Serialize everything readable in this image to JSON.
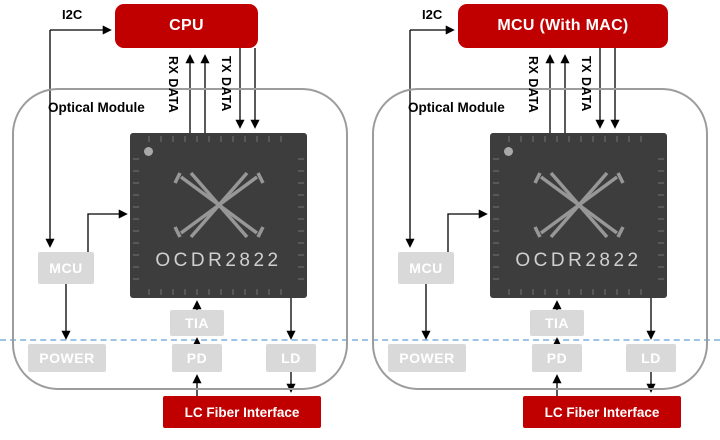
{
  "diagrams": [
    {
      "host_label": "CPU",
      "i2c_label": "I2C",
      "module_label": "Optical Module",
      "rx_label": "RX DATA",
      "tx_label": "TX DATA",
      "chip_label": "OCDR2822",
      "mcu_label": "MCU",
      "power_label": "POWER",
      "tia_label": "TIA",
      "pd_label": "PD",
      "ld_label": "LD",
      "fiber_label": "LC Fiber Interface"
    },
    {
      "host_label": "MCU (With MAC)",
      "i2c_label": "I2C",
      "module_label": "Optical Module",
      "rx_label": "RX DATA",
      "tx_label": "TX DATA",
      "chip_label": "OCDR2822",
      "mcu_label": "MCU",
      "power_label": "POWER",
      "tia_label": "TIA",
      "pd_label": "PD",
      "ld_label": "LD",
      "fiber_label": "LC Fiber Interface"
    }
  ],
  "colors": {
    "accent_red": "#c00000",
    "chip_dark": "#3d3d3d",
    "box_gray": "#d9d9d9",
    "dashed_blue": "#9dc3e6",
    "outline_gray": "#9c9c9c",
    "chip_text": "#d0d0d0",
    "logo_gray": "#979797"
  }
}
